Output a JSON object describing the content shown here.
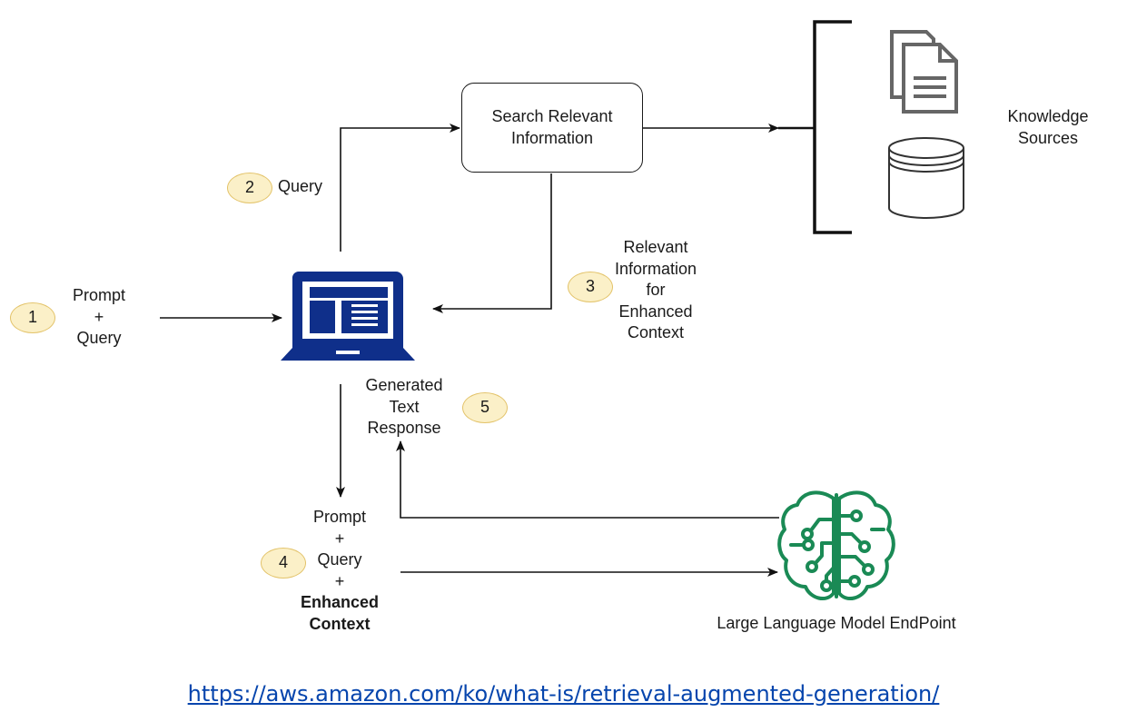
{
  "search_box": {
    "line1": "Search Relevant",
    "line2": "Information"
  },
  "knowledge": {
    "line1": "Knowledge",
    "line2": "Sources"
  },
  "step1": {
    "badge": "1",
    "lines": [
      "Prompt",
      "+",
      "Query"
    ]
  },
  "step2": {
    "badge": "2",
    "label": "Query"
  },
  "step3": {
    "badge": "3",
    "lines": [
      "Relevant",
      "Information",
      "for",
      "Enhanced",
      "Context"
    ]
  },
  "step4": {
    "badge": "4",
    "lines": [
      "Prompt",
      "+",
      "Query",
      "+"
    ],
    "bold_lines": [
      "Enhanced",
      "Context"
    ]
  },
  "step5": {
    "badge": "5",
    "lines": [
      "Generated",
      "Text",
      "Response"
    ]
  },
  "llm": {
    "label": "Large Language Model EndPoint"
  },
  "source_url": "https://aws.amazon.com/ko/what-is/retrieval-augmented-generation/",
  "colors": {
    "laptop": "#0f2f8a",
    "llm": "#1a8a55",
    "badge_fill": "#fbf0c8",
    "badge_border": "#e3c36a",
    "link": "#0645ad"
  },
  "icons": {
    "laptop": "laptop-icon",
    "documents": "documents-icon",
    "database": "database-icon",
    "llm": "brain-circuit-icon"
  }
}
